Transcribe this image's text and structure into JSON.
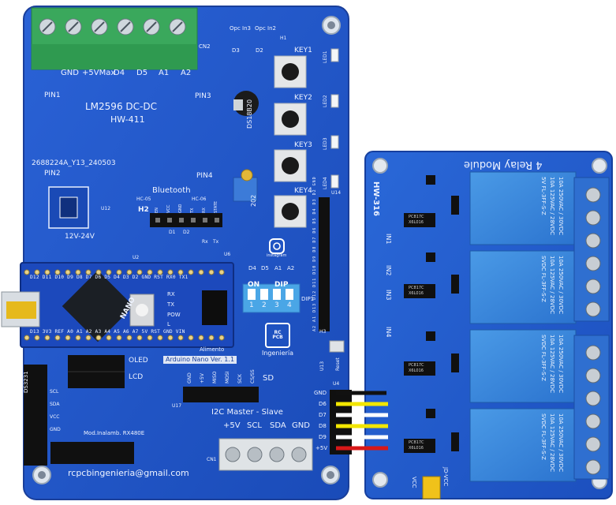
{
  "main_board": {
    "terminal_labels": [
      "GND",
      "+5VMax",
      "D4",
      "D5",
      "A1",
      "A2"
    ],
    "terminal_ref": "CN2",
    "optocoupler_labels": [
      "Opc In3",
      "Opc In2"
    ],
    "h1": "H1",
    "d_refs": [
      "D3",
      "D2"
    ],
    "keys": [
      "KEY1",
      "KEY2",
      "KEY3",
      "KEY4"
    ],
    "leds": [
      "LED1",
      "LED2",
      "LED3",
      "LED4"
    ],
    "dcdc_title": "LM2596 DC-DC",
    "dcdc_model": "HW-411",
    "pins": [
      "PIN1",
      "PIN2",
      "PIN3",
      "PIN4"
    ],
    "serial": "2688224A_Y13_240503",
    "sensor_ref": "DS18B20",
    "pot_value": "202",
    "u12": "U12",
    "jack_label": "12V-24V",
    "bluetooth": {
      "title": "Bluetooth",
      "left_model": "HC-05",
      "right_model": "HC-06",
      "header": "H2",
      "pin_labels": [
        "EN",
        "VCC",
        "GND",
        "TX",
        "RX",
        "STATE"
      ],
      "refs": [
        "D1",
        "D2"
      ]
    },
    "rx_tx": [
      "Rx",
      "Tx"
    ],
    "u6": "U6",
    "instagram_caption": "instagram",
    "dip": {
      "top_labels": [
        "D4",
        "D5",
        "A1",
        "A2"
      ],
      "on_label": "ON",
      "title": "DIP",
      "numbers": [
        "1",
        "2",
        "3",
        "4"
      ],
      "ref": "DIP1"
    },
    "brand_logo": "RC PCB",
    "brand_text": "Ingeniería",
    "u2": "U2",
    "arduino": {
      "top_pins": [
        "D12",
        "D11",
        "D10",
        "D9",
        "D8",
        "D7",
        "D6",
        "D5",
        "D4",
        "D3",
        "D2",
        "GND",
        "RST",
        "RX0",
        "TX1"
      ],
      "bottom_pins": [
        "D13",
        "3V3",
        "REF",
        "A0",
        "A1",
        "A2",
        "A3",
        "A4",
        "A5",
        "A6",
        "A7",
        "5V",
        "RST",
        "GND",
        "VIN"
      ],
      "leds": [
        "RX",
        "TX",
        "POW",
        "L"
      ],
      "nano_text": "NANO",
      "label": "Arduino Nano Ver. 1.1",
      "behind_text": "Alimento"
    },
    "ds3231": "DS3231",
    "oled": "OLED",
    "lcd": "LCD",
    "rtc_pins": [
      "SCL",
      "SDA",
      "VCC",
      "GND"
    ],
    "sd": {
      "label": "SD",
      "pins": [
        "GND",
        "+5V",
        "MISO",
        "MOSI",
        "SCK",
        "CS/SS"
      ],
      "ref": "U17"
    },
    "i2c": {
      "title": "I2C Master - Slave",
      "pins": [
        "+5V",
        "SCL",
        "SDA",
        "GND"
      ],
      "ref": "CN1"
    },
    "wireless_label": "Mod.Inalamb. RX480E",
    "email": "rcpcbingenieria@gmail.com",
    "u14": "U14",
    "u13": "U13",
    "reset": "Reset",
    "h3": "H3",
    "u4": "U4",
    "side_pins": [
      "A2",
      "A1",
      "D13",
      "D12",
      "D11",
      "D10",
      "D9",
      "D8",
      "D7",
      "D6",
      "D5",
      "D4",
      "D3",
      "D2",
      "GND"
    ],
    "out_header_pins": [
      "GND",
      "D6",
      "D7",
      "D8",
      "D9",
      "+5V"
    ]
  },
  "relay_board": {
    "title": "4 Relay Module",
    "model": "HW-316",
    "inputs": [
      "IN1",
      "IN2",
      "IN3",
      "IN4"
    ],
    "opto_text": [
      "PC817C",
      "X6L016"
    ],
    "relay_text": {
      "rating1": "10A 250VAC / 30VDC",
      "rating2": "10A 125VAC / 28VDC",
      "coil": "SVDC",
      "model": "FL-3FF-S-Z",
      "coil_voltage": "5V"
    },
    "vcc_jumper": "JD-VCC",
    "vcc": "VCC"
  },
  "wires": {
    "colors": [
      "#111111",
      "#f2e600",
      "#ffffff",
      "#f2e600",
      "#ffffff",
      "#d81818"
    ]
  },
  "colors": {
    "pcb_blue": "#1f55c9",
    "terminal_green": "#38a85a",
    "relay_blue": "#2f7fd6",
    "arduino_blue": "#1a44b8"
  }
}
